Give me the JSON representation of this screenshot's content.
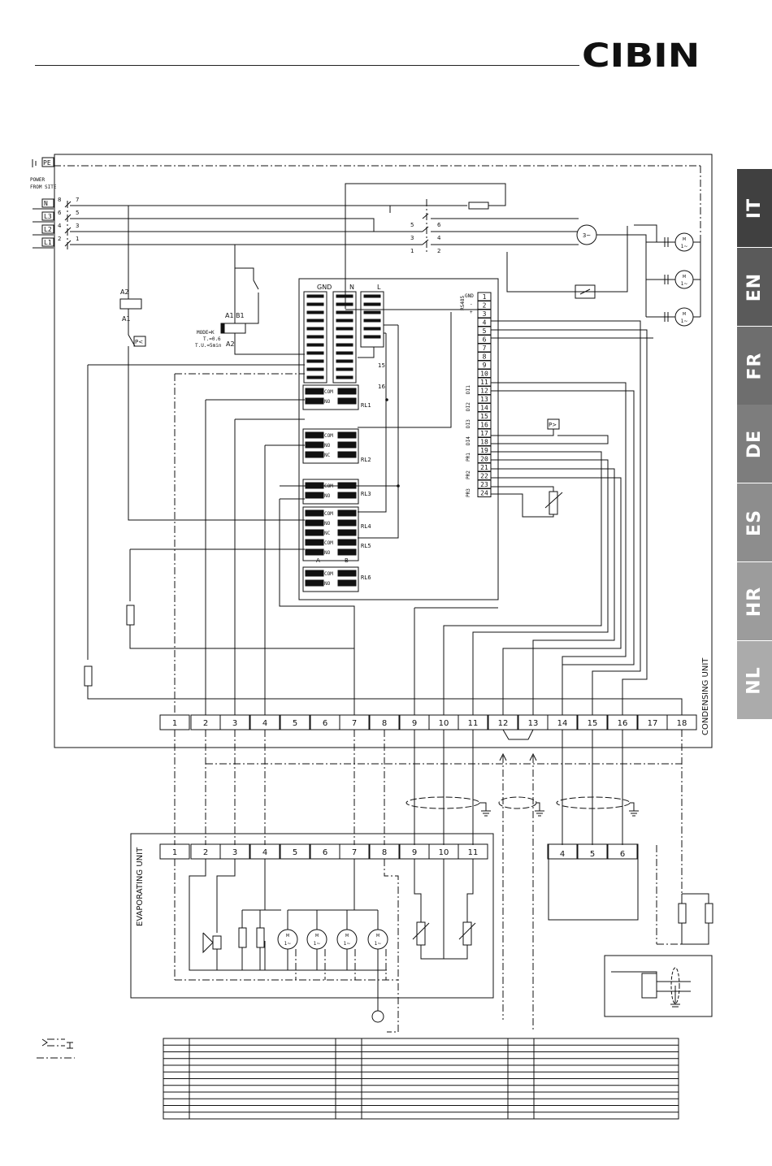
{
  "header": {
    "brand": "CIBIN"
  },
  "language_tabs": [
    {
      "code": "IT",
      "color": "#404040"
    },
    {
      "code": "EN",
      "color": "#5a5a5a"
    },
    {
      "code": "FR",
      "color": "#6e6e6e"
    },
    {
      "code": "DE",
      "color": "#7d7d7d"
    },
    {
      "code": "ES",
      "color": "#8d8d8d"
    },
    {
      "code": "HR",
      "color": "#9c9c9c"
    },
    {
      "code": "NL",
      "color": "#ababab"
    }
  ],
  "supply": {
    "pe": "PE",
    "power_from_site": [
      "POWER",
      "FROM SITE"
    ],
    "lines": [
      "N",
      "L3",
      "L2",
      "L1"
    ],
    "pole_numbers": [
      {
        "left": "8",
        "right": "7"
      },
      {
        "left": "6",
        "right": "5"
      },
      {
        "left": "4",
        "right": "3"
      },
      {
        "left": "2",
        "right": "1"
      }
    ]
  },
  "contactor_numbers": {
    "top": [
      "5",
      "6"
    ],
    "mid": [
      "3",
      "4"
    ],
    "bot": [
      "1",
      "2"
    ]
  },
  "components": {
    "a2": "A2",
    "a1": "A1",
    "a1b": "A1",
    "b1": "B1",
    "a2b": "A2",
    "pressure_low": "P<",
    "pressure_high": "P>",
    "timer_settings": [
      "MODE=K",
      "T.=0.6",
      "T.U.=5min"
    ],
    "motor_3ph": "3~",
    "fan_m": "M",
    "fan_phase": "1~"
  },
  "controller": {
    "col_headers": [
      "GND",
      "N",
      "L"
    ],
    "relays": [
      "RL1",
      "RL2",
      "RL3",
      "RL4",
      "RL5",
      "RL6"
    ],
    "relay_contacts": {
      "rl1": [
        "COM",
        "NO"
      ],
      "rl2": [
        "COM",
        "NO",
        "NC"
      ],
      "rl3": [
        "COM",
        "NO"
      ],
      "rl45": [
        "COM",
        "NO",
        "NC",
        "COM",
        "NO"
      ],
      "rl6": [
        "COM",
        "NO"
      ]
    },
    "ab_labels": [
      "A",
      "B"
    ],
    "bridge_numbers": [
      "15",
      "16"
    ],
    "terminals": [
      "1",
      "2",
      "3",
      "4",
      "5",
      "6",
      "7",
      "8",
      "9",
      "10",
      "11",
      "12",
      "13",
      "14",
      "15",
      "16",
      "17",
      "18",
      "19",
      "20",
      "21",
      "22",
      "23",
      "24"
    ],
    "rs485": "RS485",
    "rs485_pins": [
      "GND",
      "-",
      "+"
    ],
    "di_labels": [
      "DI1",
      "DI2",
      "DI3",
      "DI4"
    ],
    "pr_labels": [
      "PR1",
      "PR2",
      "PR3"
    ]
  },
  "condensing_unit": {
    "label": "CONDENSING UNIT",
    "terminals": [
      "1",
      "2",
      "3",
      "4",
      "5",
      "6",
      "7",
      "8",
      "9",
      "10",
      "11",
      "12",
      "13",
      "14",
      "15",
      "16",
      "17",
      "18"
    ]
  },
  "evaporating_unit": {
    "label": "EVAPORATING UNIT",
    "terminals": [
      "1",
      "2",
      "3",
      "4",
      "5",
      "6",
      "7",
      "8",
      "9",
      "10",
      "11"
    ]
  },
  "remote_box": {
    "terminals": [
      "4",
      "5",
      "6"
    ]
  }
}
